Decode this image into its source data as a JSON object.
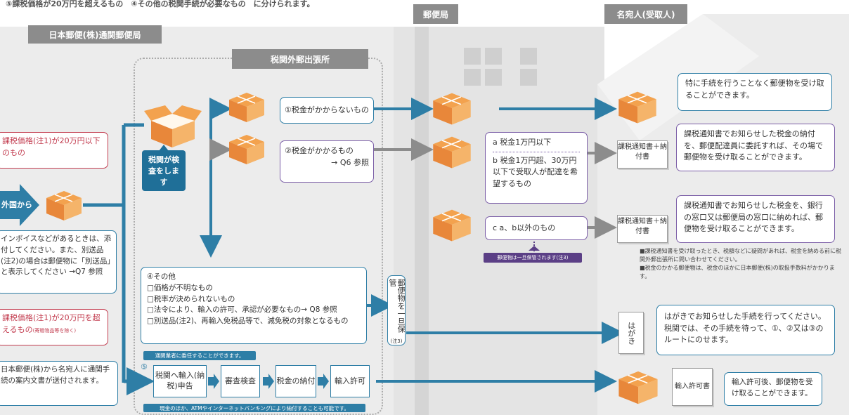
{
  "top_note": "⑤課税価格が20万円を超えるもの　④その他の税関手続が必要なもの　に分けられます。",
  "headers": {
    "post_main": "日本郵便(株)通関郵便局",
    "customs": "税関外郵出張所",
    "post_office": "郵便局",
    "recipient": "名宛人(受取人)"
  },
  "left": {
    "red_box1": "課税価格(注1)が20万円以下のもの",
    "from_abroad": "外国から",
    "invoice_note": "インボイスなどがあるときは、添付してください。また、別送品(注2)の場合は郵便物に「別送品」と表示してください →Q7 参照",
    "red_box2": "課税価格(注1)が20万円を超えるもの",
    "red_box2_small": "(寄贈物品等を除く)",
    "notice_box": "日本郵便(株)から名宛人に通関手続の案内文書が送付されます。"
  },
  "customs": {
    "inspect": "税関が検査をします",
    "cat1": "①税金がかからないもの",
    "cat2": "②税金がかかるもの",
    "cat2_ref": "→ Q6 参照",
    "other_title": "④その他",
    "other_items": [
      "□価格が不明なもの",
      "□税率が決められないもの",
      "□法令により、輸入の許可、承認が必要なもの→ Q8 参照",
      "□別送品(注2)、再輸入免税品等で、減免税の対象となるもの"
    ],
    "step5_num": "⑤",
    "step5_top_tag": "通関業者に委任することができます。",
    "step5_bottom_tag": "現金のほか、ATMやインターネットバンキングにより納付することも可能です。",
    "steps": [
      "税関へ輸入(納税)申告",
      "審査検査",
      "税金の納付",
      "輸入許可"
    ]
  },
  "post": {
    "a": "a 税金1万円以下",
    "b": "b 税金1万円超、30万円以下で受取人が配達を希望するもの",
    "c": "c a、b以外のもの",
    "hold_tag": "郵便物は一旦保管されます(注3)",
    "hold_vertical": "郵便物を一旦保管",
    "hold_note": "(注3)"
  },
  "recipient": {
    "r1": "特に手続を行うことなく郵便物を受け取ることができます。",
    "card_tax": "課税通知書＋納付書",
    "r2": "課税通知書でお知らせした税金の納付を、郵便配達員に委託すれば、その場で郵便物を受け取ることができます。",
    "r3": "課税通知書でお知らせした税金を、銀行の窓口又は郵便局の窓口に納めれば、郵便物を受け取ることができます。",
    "notes": [
      "■課税通知書を受け取ったとき、税額などに疑問があれば、税金を納める前に税関外郵出張所に問い合わせてください。",
      "■税金のかかる郵便物は、税金のほかに日本郵便(株)の取扱手数料がかかります。"
    ],
    "hagaki": "はがき",
    "r4": "はがきでお知らせした手続を行ってください。税関では、その手続を待って、①、②又は③のルートにのせます。",
    "permit_card": "輸入許可書",
    "r5": "輸入許可後、郵便物を受け取ることができます。"
  },
  "colors": {
    "blue": "#2e7ea6",
    "purple": "#7b5ea7",
    "red": "#c23b4e",
    "gray_arrow": "#8c8c8c"
  }
}
